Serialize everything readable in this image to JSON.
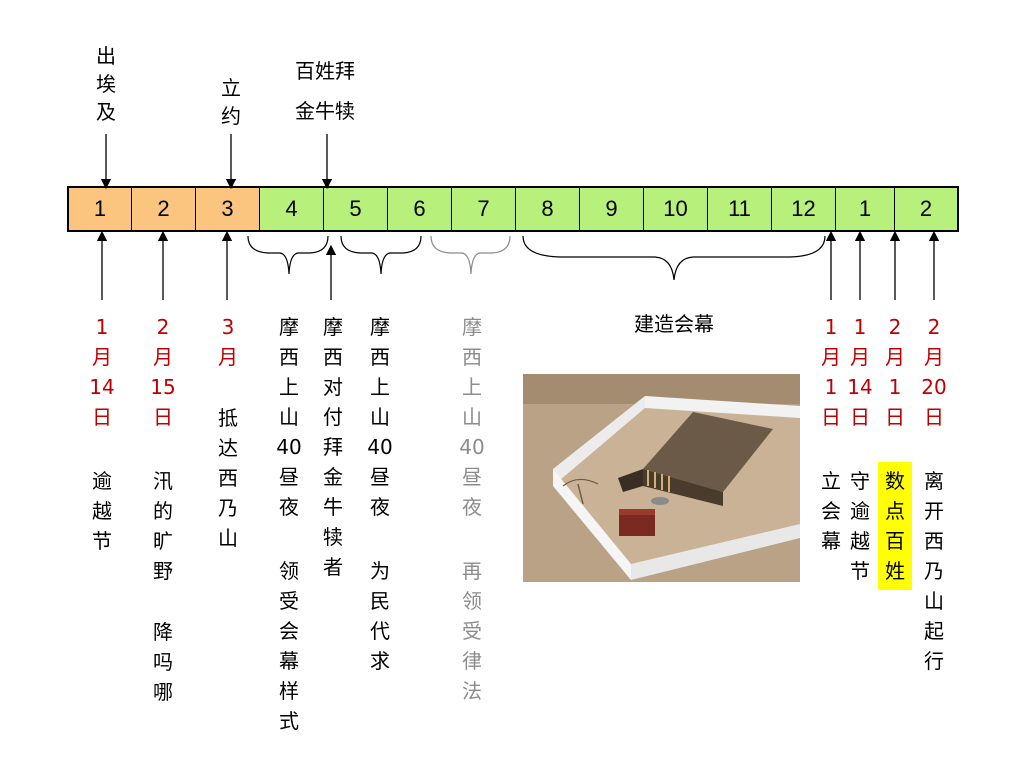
{
  "colors": {
    "orange": "#fbc57f",
    "green": "#b7f07a",
    "red": "#c00000",
    "gray": "#8c8c8c",
    "highlight": "#ffff00"
  },
  "timeline": [
    {
      "label": "1",
      "color": "#fbc57f"
    },
    {
      "label": "2",
      "color": "#fbc57f"
    },
    {
      "label": "3",
      "color": "#fbc57f"
    },
    {
      "label": "4",
      "color": "#b7f07a"
    },
    {
      "label": "5",
      "color": "#b7f07a"
    },
    {
      "label": "6",
      "color": "#b7f07a"
    },
    {
      "label": "7",
      "color": "#b7f07a"
    },
    {
      "label": "8",
      "color": "#b7f07a"
    },
    {
      "label": "9",
      "color": "#b7f07a"
    },
    {
      "label": "10",
      "color": "#b7f07a"
    },
    {
      "label": "11",
      "color": "#b7f07a"
    },
    {
      "label": "12",
      "color": "#b7f07a"
    },
    {
      "label": "1",
      "color": "#b7f07a"
    },
    {
      "label": "2",
      "color": "#b7f07a"
    }
  ],
  "top_labels": {
    "exodus": "出埃及",
    "covenant": "立约",
    "calf_line1": "百姓拜",
    "calf_line2": "金牛犊"
  },
  "events": {
    "e1_date": "1月14日",
    "e1_desc": "逾越节",
    "e2_date": "2月15日",
    "e2_desc1": "汛的旷野",
    "e2_desc2": "降吗哪",
    "e3_date": "3月",
    "e3_desc": "抵达西乃山",
    "e4_desc1": "摩西上山40昼夜",
    "e4_desc2": "领受会幕样式",
    "e5_desc": "摩西对付拜金牛犊者",
    "e6_desc1": "摩西上山40昼夜",
    "e6_desc2": "为民代求",
    "e7_desc1": "摩西上山40昼夜",
    "e7_desc2": "再领受律法",
    "build_label": "建造会幕",
    "e8_date": "1月1日",
    "e8_desc": "立会幕",
    "e9_date": "1月14日",
    "e9_desc": "守逾越节",
    "e10_date": "2月1日",
    "e10_desc": "数点百姓",
    "e11_date": "2月20日",
    "e11_desc": "离开西乃山起行"
  },
  "image": {
    "subject": "tabernacle-model-photo"
  }
}
